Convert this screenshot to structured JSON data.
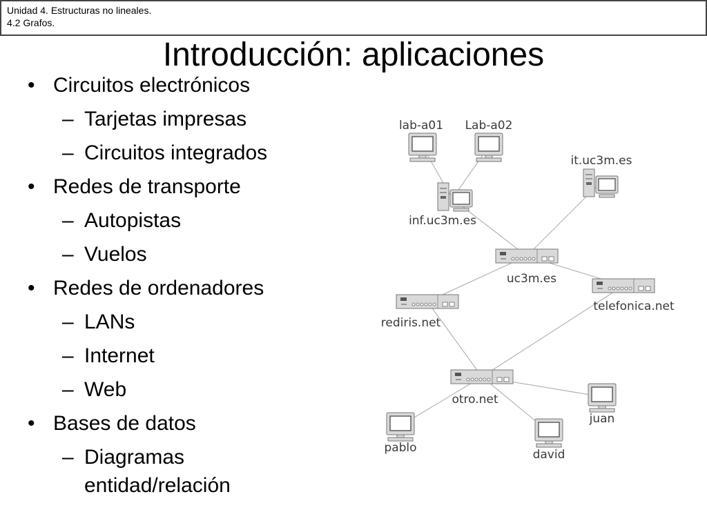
{
  "header": {
    "line1": "Unidad 4. Estructuras no lineales.",
    "line2": "4.2 Grafos."
  },
  "title": "Introducción: aplicaciones",
  "bullets": [
    {
      "level": 1,
      "mark": "•",
      "text": "Circuitos electrónicos"
    },
    {
      "level": 2,
      "mark": "–",
      "text": "Tarjetas impresas"
    },
    {
      "level": 2,
      "mark": "–",
      "text": "Circuitos integrados"
    },
    {
      "level": 1,
      "mark": "•",
      "text": "Redes de transporte"
    },
    {
      "level": 2,
      "mark": "–",
      "text": "Autopistas"
    },
    {
      "level": 2,
      "mark": "–",
      "text": "Vuelos"
    },
    {
      "level": 1,
      "mark": "•",
      "text": "Redes de ordenadores"
    },
    {
      "level": 2,
      "mark": "–",
      "text": "LANs"
    },
    {
      "level": 2,
      "mark": "–",
      "text": "Internet"
    },
    {
      "level": 2,
      "mark": "–",
      "text": "Web"
    },
    {
      "level": 1,
      "mark": "•",
      "text": "Bases de datos"
    },
    {
      "level": 2,
      "mark": "–",
      "text": "Diagramas"
    },
    {
      "level": 2,
      "mark": "",
      "text": "entidad/relación"
    }
  ],
  "diagram": {
    "nodes": {
      "lab_a01": {
        "label": "lab-a01",
        "kind": "monitor-icon"
      },
      "lab_a02": {
        "label": "Lab-a02",
        "kind": "monitor-icon"
      },
      "inf": {
        "label": "inf.uc3m.es",
        "kind": "server-icon"
      },
      "it": {
        "label": "it.uc3m.es",
        "kind": "server-icon"
      },
      "uc3m": {
        "label": "uc3m.es",
        "kind": "router-icon"
      },
      "rediris": {
        "label": "rediris.net",
        "kind": "router-icon"
      },
      "telefonica": {
        "label": "telefonica.net",
        "kind": "router-icon"
      },
      "otro": {
        "label": "otro.net",
        "kind": "router-icon"
      },
      "pablo": {
        "label": "pablo",
        "kind": "monitor-icon"
      },
      "david": {
        "label": "david",
        "kind": "monitor-icon"
      },
      "juan": {
        "label": "juan",
        "kind": "monitor-icon"
      }
    },
    "edges": [
      [
        "lab_a01",
        "inf"
      ],
      [
        "lab_a02",
        "inf"
      ],
      [
        "inf",
        "uc3m"
      ],
      [
        "it",
        "uc3m"
      ],
      [
        "uc3m",
        "rediris"
      ],
      [
        "uc3m",
        "telefonica"
      ],
      [
        "rediris",
        "otro"
      ],
      [
        "telefonica",
        "otro"
      ],
      [
        "otro",
        "pablo"
      ],
      [
        "otro",
        "david"
      ],
      [
        "otro",
        "juan"
      ]
    ],
    "colors": {
      "edge": "#b4b4b4",
      "device": "#d9d9d9",
      "outline": "#777777",
      "screen": "#ffffff"
    }
  }
}
